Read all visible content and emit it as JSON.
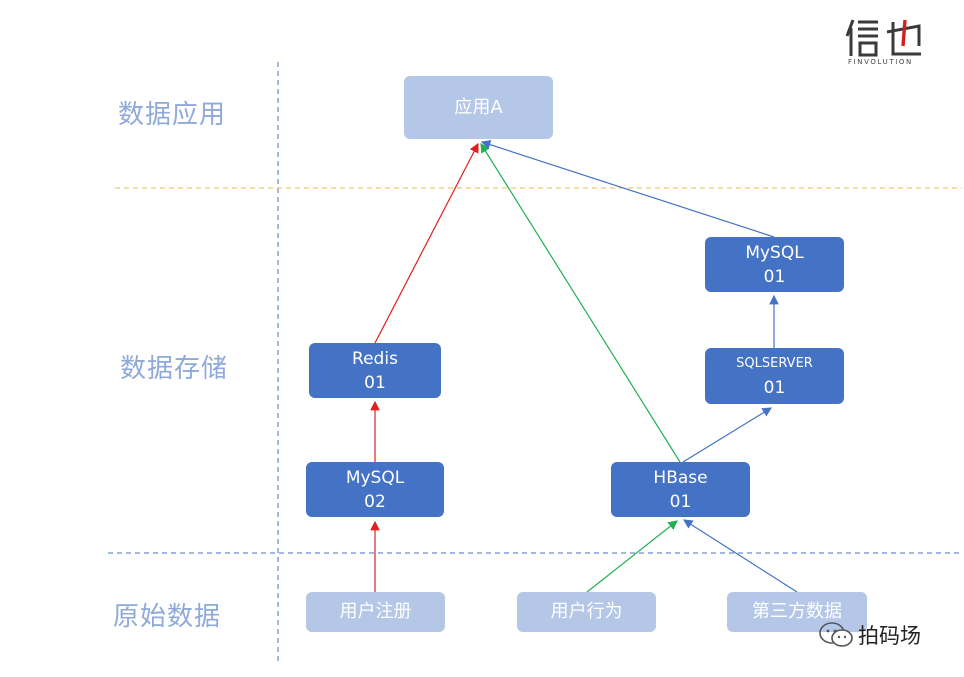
{
  "layers": {
    "app": "数据应用",
    "storage": "数据存储",
    "raw": "原始数据"
  },
  "nodes": {
    "app_a": "应用A",
    "mysql01": {
      "line1": "MySQL",
      "line2": "01"
    },
    "redis01": {
      "line1": "Redis",
      "line2": "01"
    },
    "sqlserver01": {
      "line1": "SQLSERVER",
      "line2": "01"
    },
    "mysql02": {
      "line1": "MySQL",
      "line2": "02"
    },
    "hbase01": {
      "line1": "HBase",
      "line2": "01"
    },
    "user_register": "用户注册",
    "user_behavior": "用户行为",
    "third_party": "第三方数据"
  },
  "edges": [
    {
      "from": "用户注册",
      "to": "MySQL 02",
      "color": "#e02020"
    },
    {
      "from": "MySQL 02",
      "to": "Redis 01",
      "color": "#e02020"
    },
    {
      "from": "Redis 01",
      "to": "应用A",
      "color": "#e02020"
    },
    {
      "from": "用户行为",
      "to": "HBase 01",
      "color": "#20b050"
    },
    {
      "from": "HBase 01",
      "to": "应用A",
      "color": "#20b050"
    },
    {
      "from": "第三方数据",
      "to": "HBase 01",
      "color": "#4472c4"
    },
    {
      "from": "HBase 01",
      "to": "SQLSERVER 01",
      "color": "#4472c4"
    },
    {
      "from": "SQLSERVER 01",
      "to": "MySQL 01",
      "color": "#4472c4"
    },
    {
      "from": "MySQL 01",
      "to": "应用A",
      "color": "#4472c4"
    }
  ],
  "logo": {
    "brand": "信也",
    "sub": "FINVOLUTION",
    "icon": "finvolution-logo"
  },
  "watermark": {
    "text": "拍码场",
    "icon": "wechat-icon"
  },
  "colors": {
    "node_dark": "#4472c4",
    "node_light": "#b4c7e7",
    "layer_label": "#8fa9d8",
    "divider_orange": "#f2b84b",
    "divider_blue": "#4472c4",
    "logo_red": "#d02020"
  }
}
